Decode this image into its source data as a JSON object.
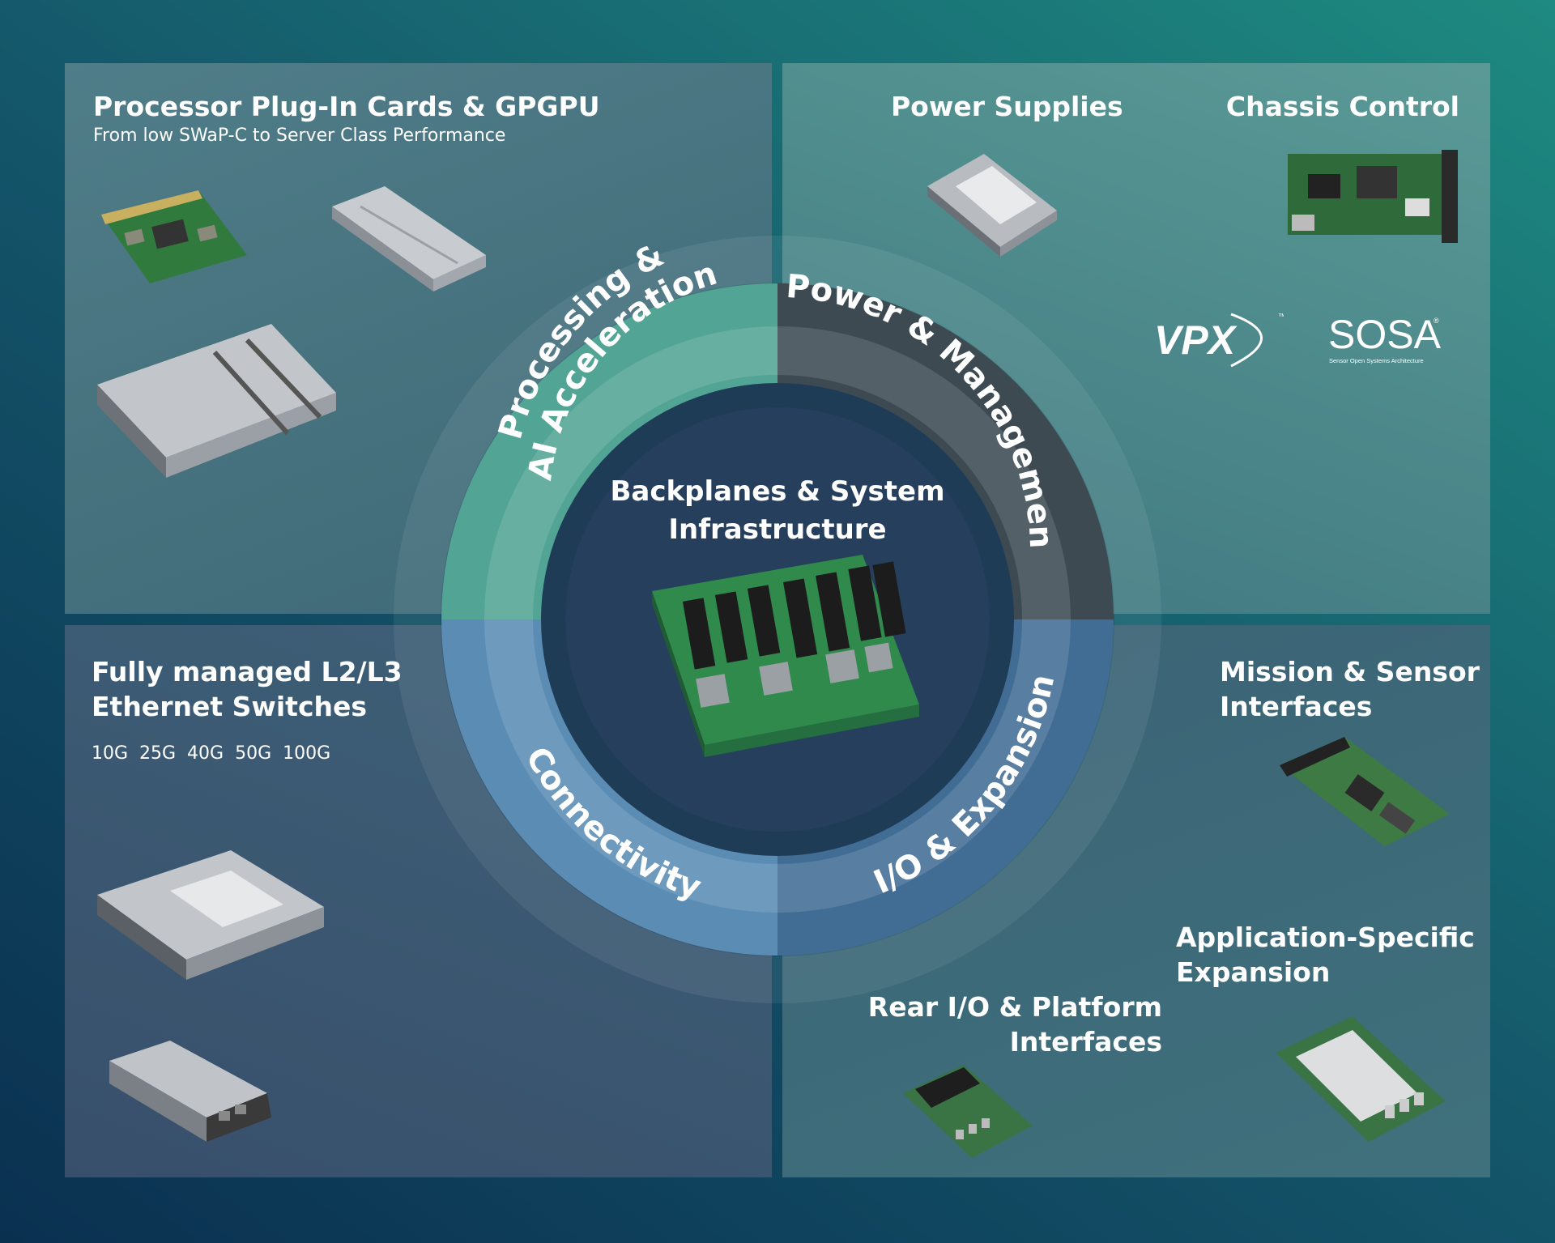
{
  "quadrants": {
    "top_left": {
      "title": "Processor Plug-In Cards & GPGPU",
      "subtitle": "From low SWaP-C to Server Class Performance"
    },
    "top_right": {
      "power_supplies": "Power Supplies",
      "chassis_control": "Chassis Control",
      "logos": {
        "vpx": "VPX",
        "vpx_tm": "™",
        "sosa": "SOSA",
        "sosa_tm": "®",
        "sosa_tagline": "Sensor Open Systems Architecture"
      }
    },
    "bottom_left": {
      "title_line1": "Fully managed L2/L3",
      "title_line2": "Ethernet Switches",
      "speeds": "10G  25G  40G  50G  100G"
    },
    "bottom_right": {
      "mission_line1": "Mission & Sensor",
      "mission_line2": "Interfaces",
      "app_line1": "Application-Specific",
      "app_line2": "Expansion",
      "rear_line1": "Rear I/O & Platform",
      "rear_line2": "Interfaces"
    }
  },
  "wheel": {
    "processing_line1": "Processing &",
    "processing_line2": "AI Acceleration",
    "power": "Power & Management",
    "connectivity": "Connectivity",
    "io": "I/O & Expansion",
    "center_line1": "Backplanes & System",
    "center_line2": "Infrastructure"
  },
  "colors": {
    "processing": "#52a495",
    "power": "#3d4a52",
    "connectivity": "#5b8cb4",
    "io": "#416d94",
    "center": "#253f5c"
  }
}
